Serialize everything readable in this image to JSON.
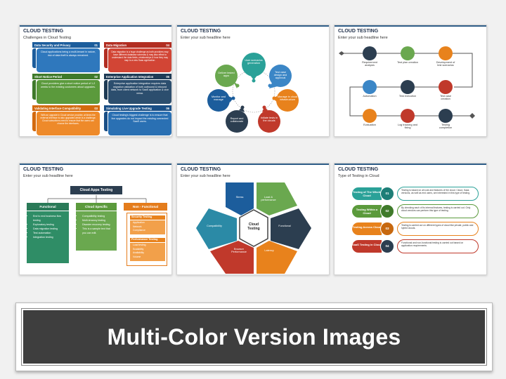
{
  "slides": {
    "s1": {
      "title": "CLOUD TESTING",
      "subtitle": "Challenges in Cloud Testing",
      "cards": [
        {
          "title": "Data Security and Privacy",
          "num": "01",
          "text": "Cloud applications being a multi-tenant in nature, risk of data theft is always remained."
        },
        {
          "title": "Data Migration",
          "num": "04",
          "text": "Data migration is a huge challenge as both providers may have different database schemas & may also effect to understand the data fields, relationships & how they may map to a new Saas application."
        },
        {
          "title": "Short Notice Period",
          "num": "02",
          "text": "Cloud providers give a short notice period of 1-2 weeks to the existing customers about upgrades."
        },
        {
          "title": "Enterprise Application Integration",
          "num": "05",
          "text": "Enterprise application integration requires data migration validation of both outbound & inbound data, from client network to SaaS application & vice versa."
        },
        {
          "title": "Validating Interface Compatibility",
          "num": "03",
          "text": "With an upgrade in Cloud service provider, at times the external interface is also upgraded which is a challenge. Cloud subscribers need to ensure that the users can choose the interfaces."
        },
        {
          "title": "Simulating Live Upgrade Testing",
          "num": "06",
          "text": "Cloud testing's biggest challenge is to ensure that live upgrades do not impact the existing connected SaaS users."
        }
      ]
    },
    "s2": {
      "title": "CLOUD TESTING",
      "subtitle": "Enter your sub headline here",
      "petals": [
        "User scenarios generation",
        "Test case design and approval",
        "Manage in cloud infrastructure",
        "Initiate tests in the clouds",
        "Report and collaborate",
        "Monitor and manage",
        "Deliver tested apps"
      ]
    },
    "s3": {
      "title": "CLOUD TESTING",
      "subtitle": "Enter your sub headline here",
      "steps": [
        "Requirement analysis",
        "Test plan creation",
        "Development of test scenarios",
        "Test case creation",
        "Test execution",
        "Automation",
        "Evaluation",
        "Log tracking and fixing",
        "Testing completion"
      ]
    },
    "s4": {
      "title": "CLOUD TESTING",
      "subtitle": "Enter your sub headline here",
      "root": "Cloud Apps Testing",
      "columns": [
        {
          "head": "Functional",
          "items": [
            "End to end business flow testing",
            "Exploratory testing",
            "Data migration testing",
            "Test automation",
            "Integration testing"
          ]
        },
        {
          "head": "Cloud Specific",
          "items": [
            "Compatibility testing",
            "Multi-tenancy testing",
            "Disaster recovery testing",
            "This is a sample text that you can edit."
          ]
        },
        {
          "head": "Non - Functional",
          "groups": [
            {
              "label": "Security Testing",
              "items": [
                "Application",
                "Network",
                "Compliance"
              ]
            },
            {
              "label": "Performance Testing",
              "items": [
                "Load testing",
                "Scalability",
                "Availability",
                "Volume"
              ]
            }
          ]
        }
      ]
    },
    "s5": {
      "title": "CLOUD TESTING",
      "subtitle": "Enter your sub headline here",
      "center": "Cloud Testing",
      "segments": [
        "Stress",
        "Load & performance",
        "Functional",
        "Latency",
        "Browser Performance",
        "Compatibility"
      ]
    },
    "s6": {
      "title": "CLOUD TESTING",
      "subtitle": "Type of Testing in Cloud",
      "rows": [
        {
          "label": "Testing of The Whole Cloud",
          "num": "01",
          "text": "Testing is based on all cost and features of the cloud. Cloud, Saas versions, as well as end users, are interested in this type of testing."
        },
        {
          "label": "Testing Within a Cloud",
          "num": "02",
          "text": "By checking each of its internal features, testing is carried out. Only cloud vendors can perform this type of testing."
        },
        {
          "label": "Testing Across Cloud",
          "num": "03",
          "text": "Testing is carried out on different types of cloud like private, public and hybrid clouds."
        },
        {
          "label": "SaaS Testing in Cloud",
          "num": "04",
          "text": "Functional and non-functional testing is carried out based on application requirements."
        }
      ]
    }
  },
  "banner": {
    "text": "Multi-Color Version Images"
  },
  "colors": {
    "blue": "#1c5d9c",
    "red": "#c0392b",
    "green": "#5b9a3c",
    "orange": "#e47c1c",
    "purple": "#6a3d8a",
    "teal": "#2aa198",
    "navy": "#2c3e50",
    "dark": "#3e3e3e"
  }
}
